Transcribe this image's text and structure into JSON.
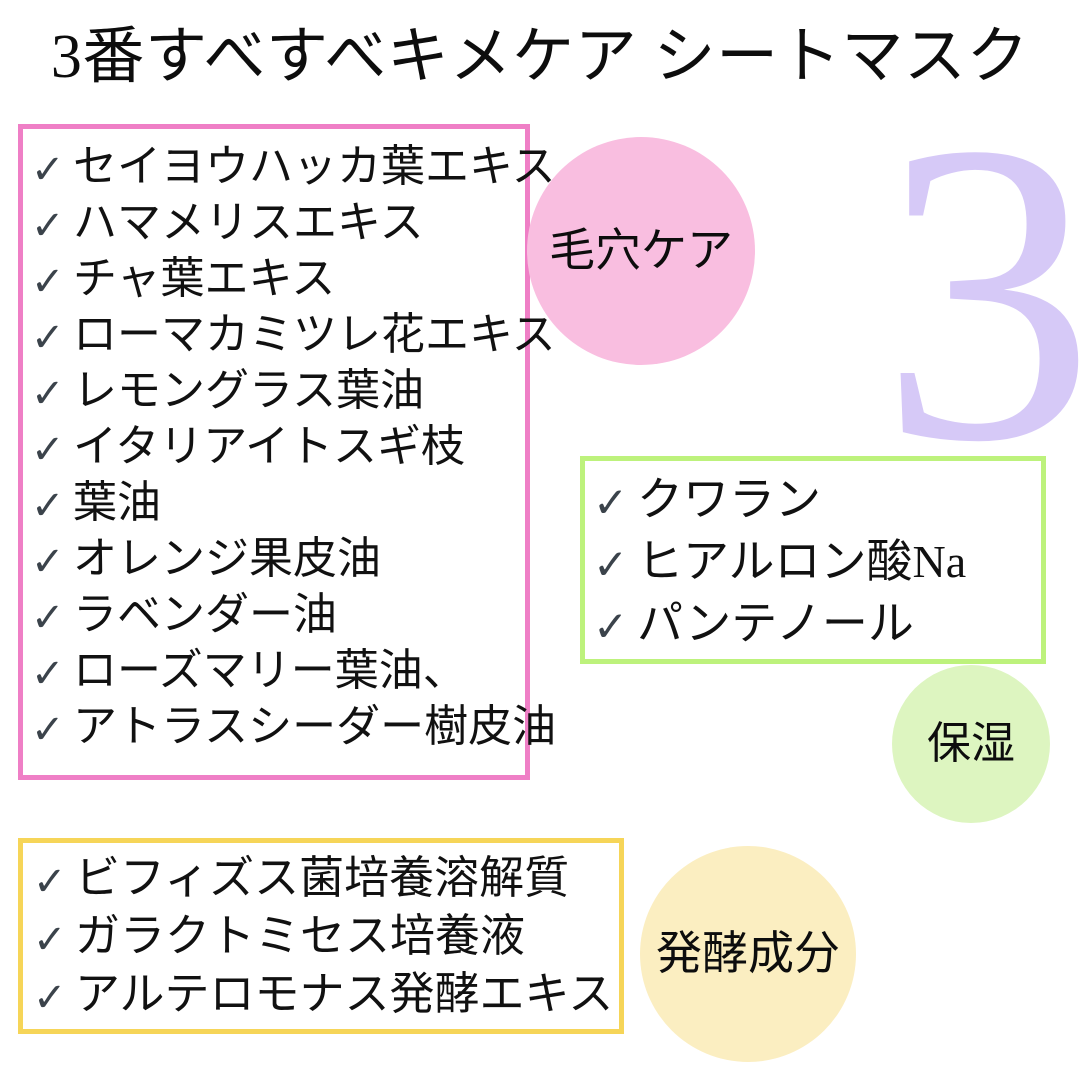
{
  "page": {
    "title": "3番すべすべキメケア シートマスク",
    "big_number": "3",
    "check_icon_glyph": "✓"
  },
  "colors": {
    "pink_border": "#ef7fc6",
    "green_border": "#bdf27c",
    "yellow_border": "#f6d558",
    "pink_circle": "#f9bee0",
    "green_circle": "#ddf5c0",
    "yellow_circle": "#fbeec1",
    "big_number": "#d6c9f7",
    "check_mark": "#3b434b",
    "text": "#0d0d0d",
    "background": "#ffffff"
  },
  "boxes": {
    "pore_care": {
      "items": [
        "セイヨウハッカ葉エキス",
        "ハマメリスエキス",
        "チャ葉エキス",
        "ローマカミツレ花エキス",
        "レモングラス葉油",
        "イタリアイトスギ枝",
        "葉油",
        "オレンジ果皮油",
        "ラベンダー油",
        "ローズマリー葉油、",
        "アトラスシーダー樹皮油"
      ]
    },
    "moisture": {
      "items": [
        "クワラン",
        "ヒアルロン酸Na",
        "パンテノール"
      ]
    },
    "fermented": {
      "items": [
        "ビフィズス菌培養溶解質",
        "ガラクトミセス培養液",
        "アルテロモナス発酵エキス"
      ]
    }
  },
  "circles": {
    "pore_care_label": "毛穴ケア",
    "moisture_label": "保湿",
    "fermented_label": "発酵成分"
  }
}
